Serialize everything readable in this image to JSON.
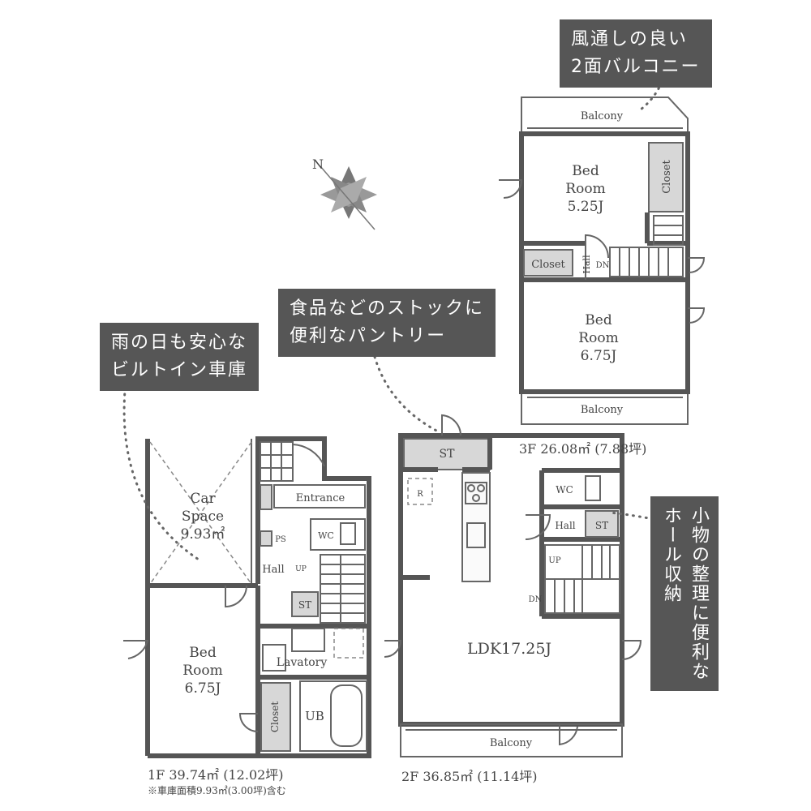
{
  "notes": {
    "balcony_note": [
      "風通しの良い",
      "2面バルコニー"
    ],
    "pantry_note": [
      "食品などのストックに",
      "便利なパントリー"
    ],
    "garage_note": [
      "雨の日も安心な",
      "ビルトイン車庫"
    ],
    "hall_storage_note": [
      "小物の整理に便利な",
      "ホール収納"
    ]
  },
  "compass": {
    "north_label": "N"
  },
  "floor3": {
    "balcony_top": "Balcony",
    "bedroom1": [
      "Bed",
      "Room",
      "5.25J"
    ],
    "closet_right": "Closet",
    "closet_left": "Closet",
    "hall": "Hall",
    "dn": "DN",
    "bedroom2": [
      "Bed",
      "Room",
      "6.75J"
    ],
    "balcony_bottom": "Balcony",
    "area": "3F 26.08㎡ (7.88坪)"
  },
  "floor2": {
    "st_pantry": "ST",
    "wc": "WC",
    "hall": "Hall",
    "st_hall": "ST",
    "up": "UP",
    "dn": "DN",
    "ldk": "LDK17.25J",
    "balcony": "Balcony",
    "fridge": "R",
    "area": "2F 36.85㎡ (11.14坪)"
  },
  "floor1": {
    "car_space": [
      "Car",
      "Space",
      "9.93㎡"
    ],
    "entrance": "Entrance",
    "ps": "PS",
    "wc": "WC",
    "hall": "Hall",
    "up": "UP",
    "st": "ST",
    "lavatory": "Lavatory",
    "bedroom": [
      "Bed",
      "Room",
      "6.75J"
    ],
    "closet": "Closet",
    "ub": "UB",
    "area": "1F 39.74㎡ (12.02坪)",
    "area_note": "※車庫面積9.93㎡(3.00坪)含む"
  }
}
